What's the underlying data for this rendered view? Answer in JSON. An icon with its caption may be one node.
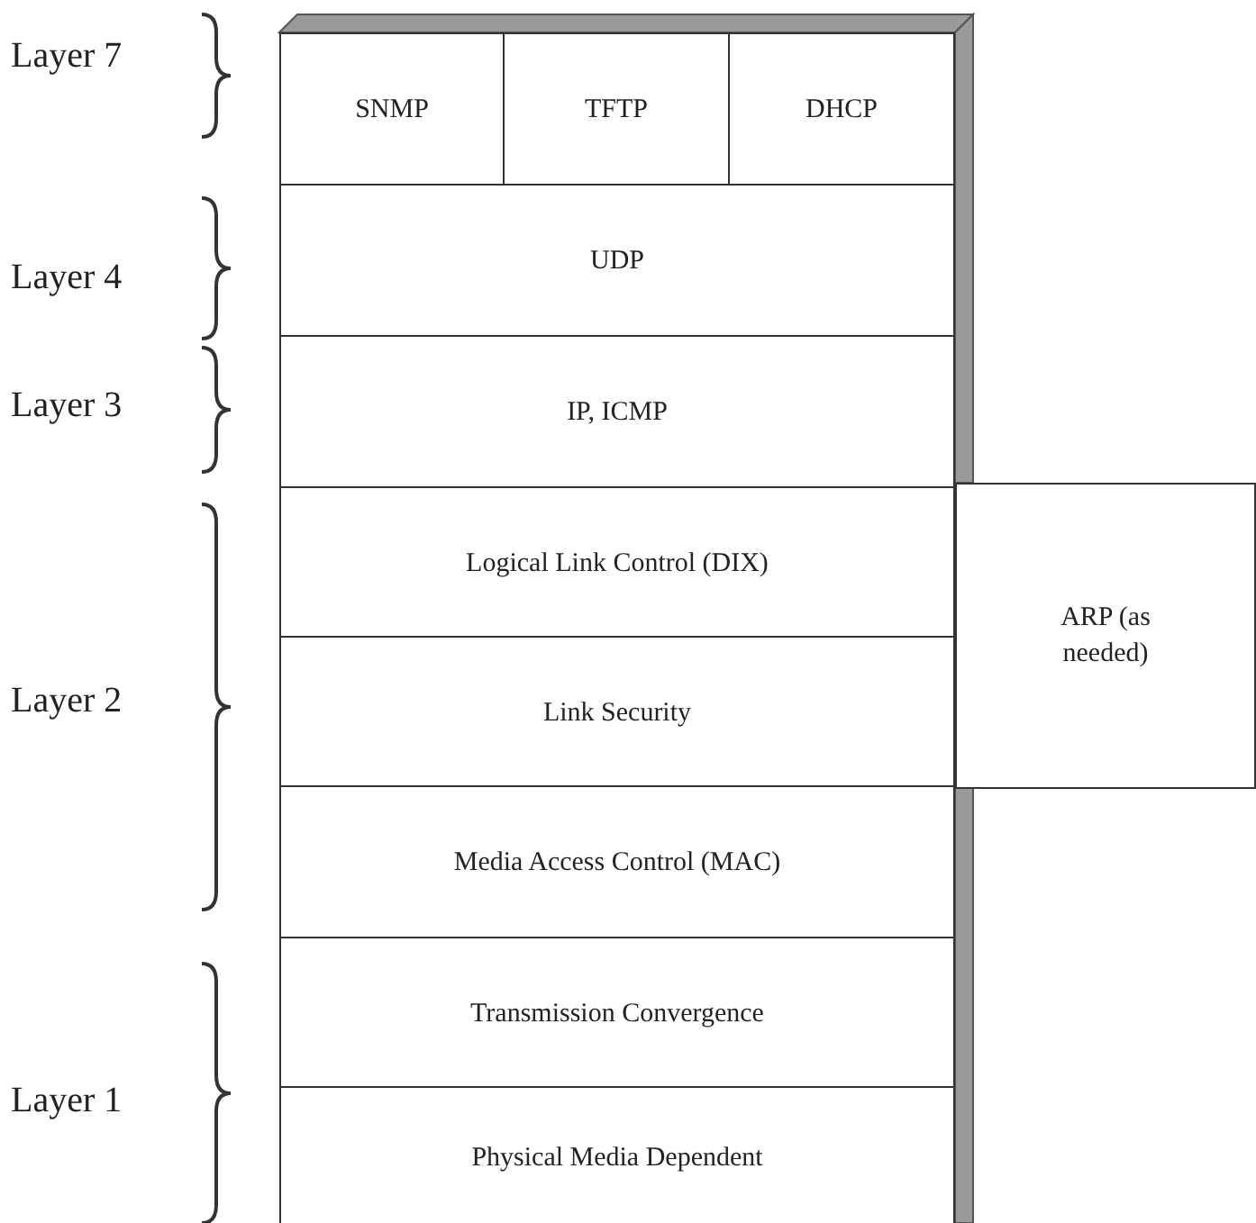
{
  "diagram": {
    "nodes": [
      {
        "text": [
          "SNMP"
        ]
      },
      {
        "text": [
          "TFTP"
        ]
      },
      {
        "text": [
          "DHCP"
        ]
      },
      {
        "text": [
          "UDP"
        ]
      },
      {
        "text": [
          "IP, ICMP"
        ]
      },
      {
        "text": [
          "Logical Link Control (DIX)"
        ]
      },
      {
        "text": [
          "Link Security"
        ]
      },
      {
        "text": [
          "Media Access Control (MAC)"
        ]
      },
      {
        "text": [
          "Transmission Convergence"
        ]
      },
      {
        "text": [
          "Physical Media Dependent"
        ]
      },
      {
        "text": [
          "ARP (as needed)"
        ]
      }
    ],
    "labels": [
      "Layer 7",
      "Layer 4",
      "Layer 3",
      "Layer 2",
      "Layer 1"
    ]
  }
}
